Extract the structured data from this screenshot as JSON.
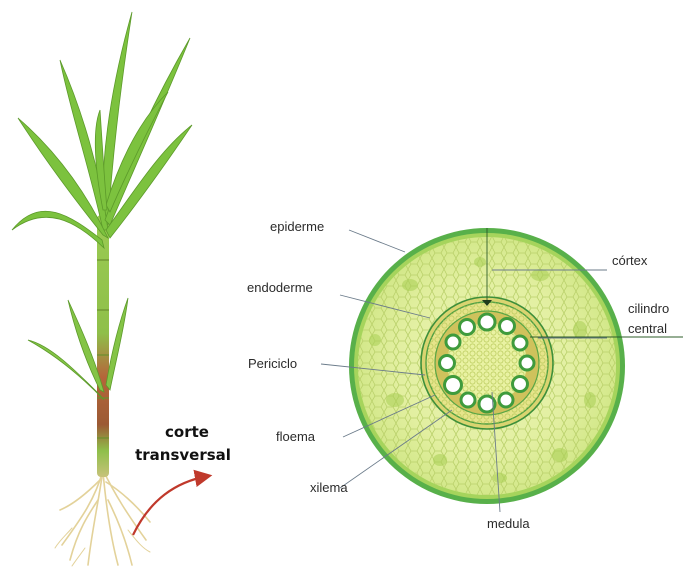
{
  "caption": {
    "line1": "corte",
    "line2": "transversal"
  },
  "labels": {
    "epiderme": "epiderme",
    "endoderme": "endoderme",
    "periciclo": "Periciclo",
    "floema": "floema",
    "xilema": "xilema",
    "cortex": "córtex",
    "cilindro_line1": "cilindro",
    "cilindro_line2": "central",
    "medula": "medula"
  },
  "colors": {
    "leaf": "#7cc23e",
    "stem_green": "#8fc24a",
    "stem_brown": "#a0522d",
    "root": "#e8d9a8",
    "epidermis": "#4caf50",
    "cortex": "#e4f0a6",
    "vascular_ring": "#c9b55a",
    "arrow": "#c0392b"
  }
}
